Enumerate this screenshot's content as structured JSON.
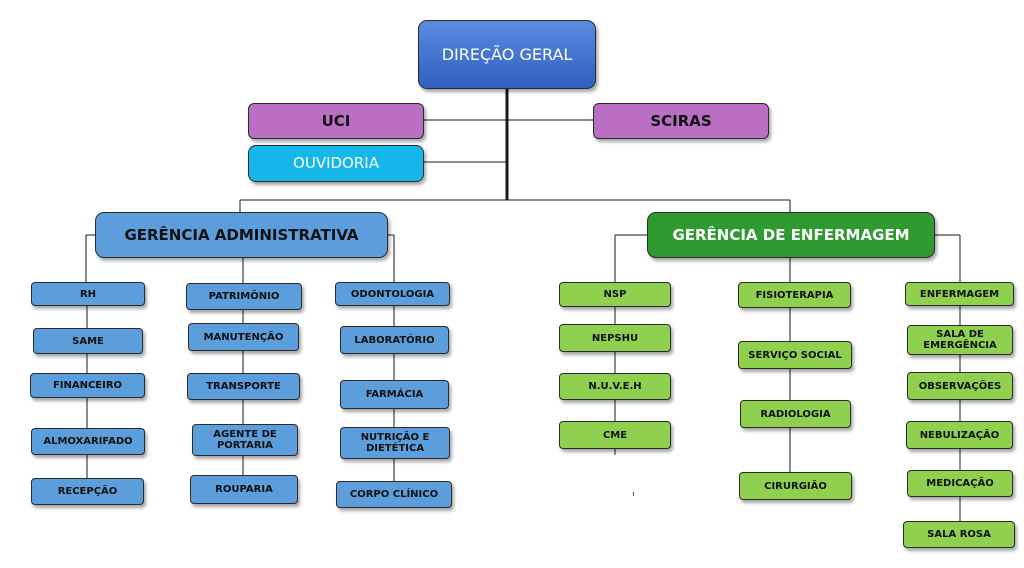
{
  "org": {
    "director": "DIREÇÃO GERAL",
    "uci": "UCI",
    "sciras": "SCIRAS",
    "ouvidoria": "OUVIDORIA",
    "gerencia_admin": "GERÊNCIA ADMINISTRATIVA",
    "gerencia_enf": "GERÊNCIA DE ENFERMAGEM",
    "admin_col1": [
      "RH",
      "SAME",
      "FINANCEIRO",
      "ALMOXARIFADO",
      "RECEPÇÃO"
    ],
    "admin_col2": [
      "PATRIMÔNIO",
      "MANUTENÇÃO",
      "TRANSPORTE",
      "AGENTE DE\nPORTARIA",
      "ROUPARIA"
    ],
    "admin_col3": [
      "ODONTOLOGIA",
      "LABORATÓRIO",
      "FARMÁCIA",
      "NUTRIÇÃO E\nDIETÉTICA",
      "CORPO CLÍNICO"
    ],
    "enf_col1": [
      "NSP",
      "NEPSHU",
      "N.U.V.E.H",
      "CME"
    ],
    "enf_col2": [
      "FISIOTERAPIA",
      "SERVIÇO SOCIAL",
      "RADIOLOGIA",
      "CIRURGIÃO"
    ],
    "enf_col3": [
      "ENFERMAGEM",
      "SALA DE\nEMERGÊNCIA",
      "OBSERVAÇÕES",
      "NEBULIZAÇÃO",
      "MEDICAÇÃO",
      "SALA ROSA"
    ]
  },
  "colors": {
    "director": "#3f72d3",
    "purple": "#bb6fc3",
    "cyan": "#16b7ea",
    "admin_blue": "#5c9ddb",
    "enf_dark_green": "#2f9a2f",
    "enf_light_green": "#8fd14f"
  }
}
